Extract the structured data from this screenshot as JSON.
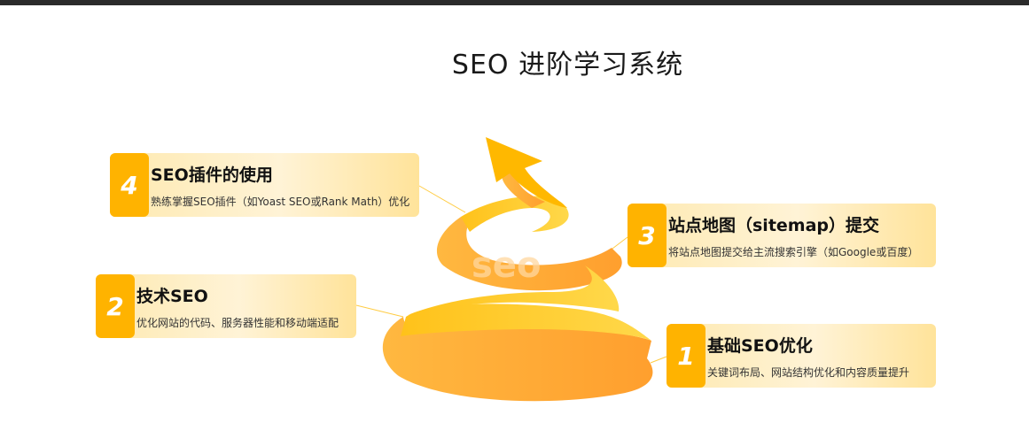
{
  "title": "SEO 进阶学习系统",
  "spiral_text": "seo",
  "colors": {
    "accent": "#FFB300",
    "spiral_dark": "#FFA030",
    "spiral_light": "#FFC830"
  },
  "steps": [
    {
      "num": "1",
      "title": "基础SEO优化",
      "desc": "关键词布局、网站结构优化和内容质量提升"
    },
    {
      "num": "2",
      "title": "技术SEO",
      "desc": "优化网站的代码、服务器性能和移动端适配"
    },
    {
      "num": "3",
      "title": "站点地图（sitemap）提交",
      "desc": "将站点地图提交给主流搜索引擎（如Google或百度）"
    },
    {
      "num": "4",
      "title": "SEO插件的使用",
      "desc": "熟练掌握SEO插件（如Yoast SEO或Rank Math）优化"
    }
  ]
}
